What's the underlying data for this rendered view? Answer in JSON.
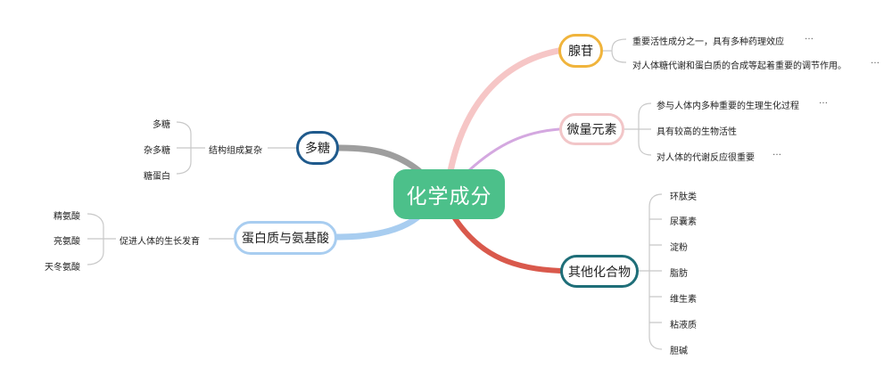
{
  "center": {
    "label": "化学成分"
  },
  "branches": {
    "xiangan": {
      "label": "腺苷",
      "color": "#f0b43c",
      "items": [
        "重要活性成分之一，具有多种药理效应",
        "对人体糖代谢和蛋白质的合成等起着重要的调节作用。"
      ],
      "more": [
        "…",
        "…"
      ]
    },
    "weiliang": {
      "label": "微量元素",
      "color": "#f2c6c8",
      "items": [
        "参与人体内多种重要的生理生化过程",
        "具有较高的生物活性",
        "对人体的代谢反应很重要"
      ],
      "more": [
        "…",
        "…"
      ]
    },
    "qita": {
      "label": "其他化合物",
      "color": "#1e6e78",
      "items": [
        "环肽类",
        "尿囊素",
        "淀粉",
        "脂肪",
        "维生素",
        "粘液质",
        "胆碱"
      ]
    },
    "duotang": {
      "label": "多糖",
      "color": "#1f5a8c",
      "sub": "结构组成复杂",
      "items": [
        "多糖",
        "杂多糖",
        "糖蛋白"
      ]
    },
    "danbai": {
      "label": "蛋白质与氨基酸",
      "color": "#a8cdf0",
      "sub": "促进人体的生长发育",
      "items": [
        "精氨酸",
        "亮氨酸",
        "天冬氨酸"
      ]
    }
  },
  "colors": {
    "link_xiangan": "#f6c6c6",
    "link_weiliang": "#d4a8e0",
    "link_qita": "#d9594c",
    "link_duotang": "#9e9e9e",
    "link_danbai": "#a8cdf0",
    "bracket": "#c8c8c8"
  }
}
